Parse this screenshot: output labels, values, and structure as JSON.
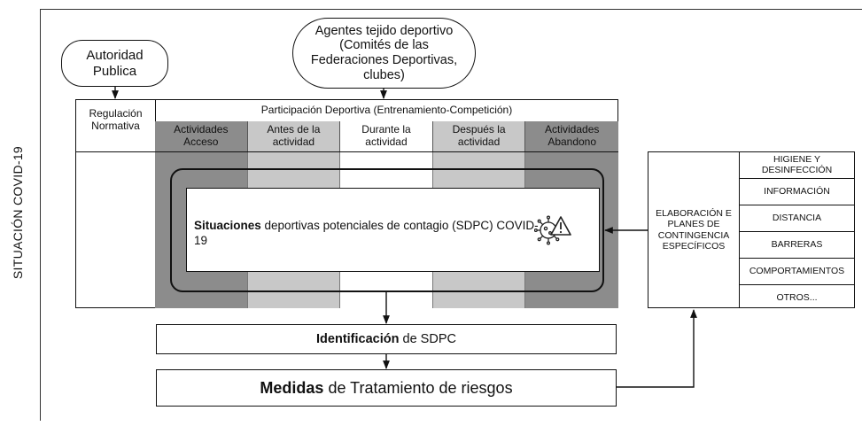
{
  "side_label": "SITUACIÓN COVID-19",
  "autoridad": "Autoridad Publica",
  "agentes": "Agentes tejido deportivo (Comités de las Federaciones Deportivas, clubes)",
  "regulacion": "Regulación Normativa",
  "participacion": "Participación Deportiva (Entrenamiento-Competición)",
  "columns": [
    {
      "label": "Actividades Acceso",
      "color": "#8c8c8c"
    },
    {
      "label": "Antes de la actividad",
      "color": "#c8c8c8"
    },
    {
      "label": "Durante la actividad",
      "color": "#ffffff"
    },
    {
      "label": "Después la actividad",
      "color": "#c8c8c8"
    },
    {
      "label": "Actividades Abandono",
      "color": "#8c8c8c"
    }
  ],
  "situaciones": {
    "bold": "Situaciones",
    "rest": " deportivas potenciales de contagio (SDPC) COVID-19",
    "icon": "virus-warning-icon"
  },
  "elaboracion": "ELABORACIÓN E PLANES DE CONTINGENCIA ESPECÍFICOS",
  "measures": [
    "HIGIENE Y DESINFECCIÓN",
    "INFORMACIÓN",
    "DISTANCIA",
    "BARRERAS",
    "COMPORTAMIENTOS",
    "OTROS..."
  ],
  "identificacion": {
    "bold": "Identificación",
    "rest": " de SDPC"
  },
  "medidas": {
    "bold": "Medidas",
    "rest": " de Tratamiento de riesgos"
  }
}
